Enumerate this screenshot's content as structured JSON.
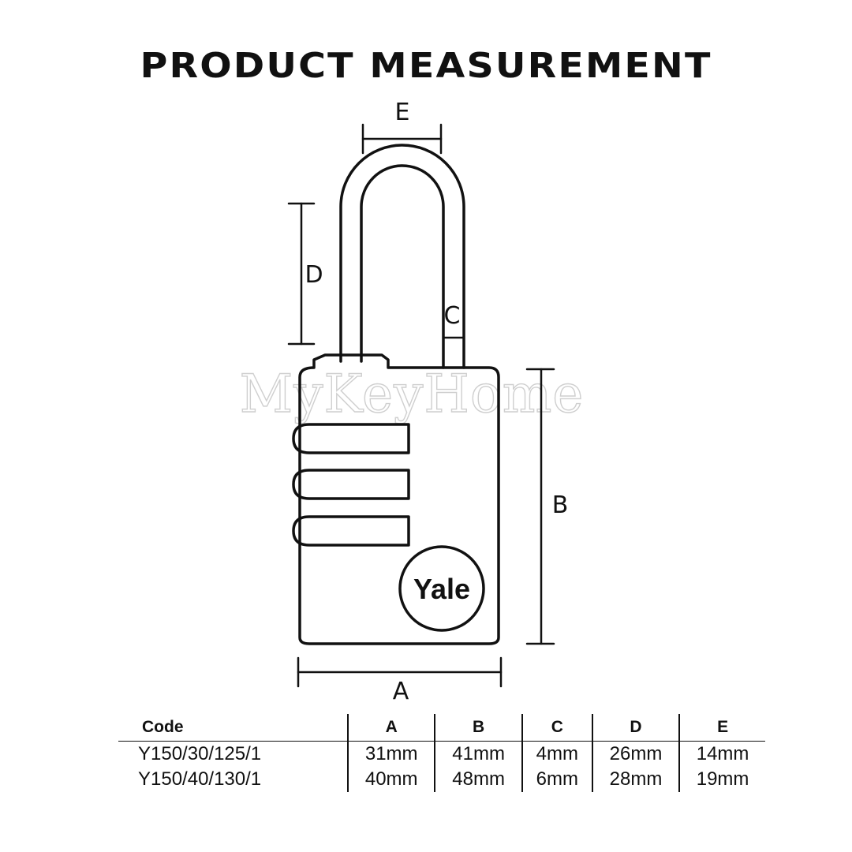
{
  "title": "PRODUCT MEASUREMENT",
  "watermark": "MyKeyHome",
  "logo": "Yale",
  "dimension_labels": {
    "A": "A",
    "B": "B",
    "C": "C",
    "D": "D",
    "E": "E"
  },
  "spec_table": {
    "headers": [
      "Code",
      "A",
      "B",
      "C",
      "D",
      "E"
    ],
    "rows": [
      [
        "Y150/30/125/1",
        "31mm",
        "41mm",
        "4mm",
        "26mm",
        "14mm"
      ],
      [
        "Y150/40/130/1",
        "40mm",
        "48mm",
        "6mm",
        "28mm",
        "19mm"
      ]
    ]
  }
}
